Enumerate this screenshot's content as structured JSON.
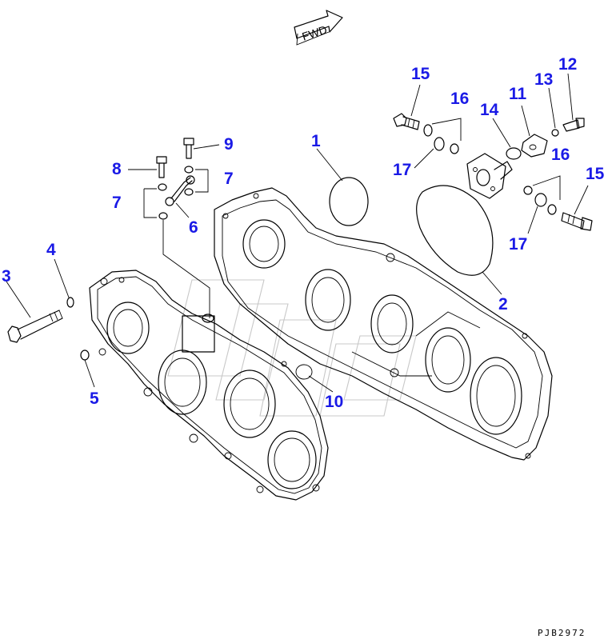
{
  "diagram": {
    "direction_label": "FWD",
    "drawing_code": "PJB2972",
    "callouts": [
      {
        "id": "c1",
        "text": "1"
      },
      {
        "id": "c2",
        "text": "2"
      },
      {
        "id": "c3",
        "text": "3"
      },
      {
        "id": "c4",
        "text": "4"
      },
      {
        "id": "c5",
        "text": "5"
      },
      {
        "id": "c6",
        "text": "6"
      },
      {
        "id": "c7a",
        "text": "7"
      },
      {
        "id": "c7b",
        "text": "7"
      },
      {
        "id": "c8",
        "text": "8"
      },
      {
        "id": "c9",
        "text": "9"
      },
      {
        "id": "c10",
        "text": "10"
      },
      {
        "id": "c11",
        "text": "11"
      },
      {
        "id": "c12",
        "text": "12"
      },
      {
        "id": "c13",
        "text": "13"
      },
      {
        "id": "c14",
        "text": "14"
      },
      {
        "id": "c15a",
        "text": "15"
      },
      {
        "id": "c15b",
        "text": "15"
      },
      {
        "id": "c16a",
        "text": "16"
      },
      {
        "id": "c16b",
        "text": "16"
      },
      {
        "id": "c17a",
        "text": "17"
      },
      {
        "id": "c17b",
        "text": "17"
      }
    ]
  }
}
